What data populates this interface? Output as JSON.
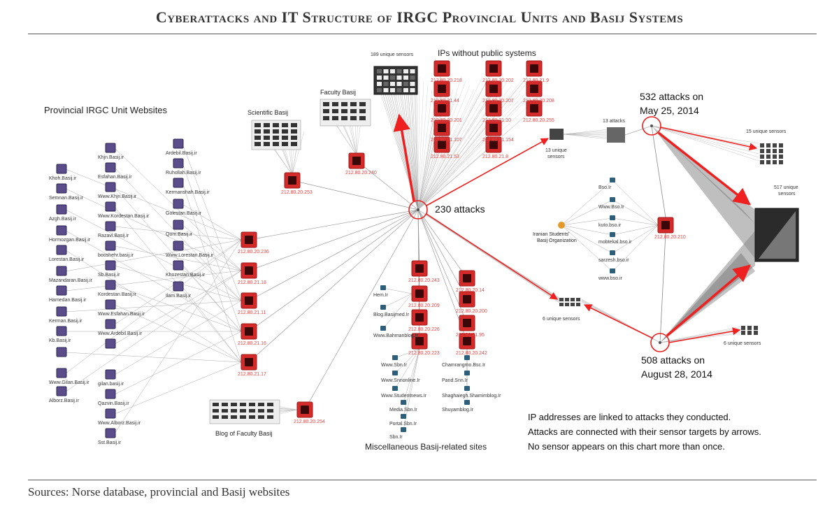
{
  "title": "Cyberattacks and IT Structure of IRGC Provincial Units and Basij Systems",
  "source": "Sources: Norse database, provincial and Basij websites",
  "groups": {
    "provincial": "Provincial IRGC Unit Websites",
    "scientific": "Scientific Basij",
    "faculty": "Faculty Basij",
    "blog_faculty": "Blog of Faculty Basij",
    "misc": "Miscellaneous Basij-related sites",
    "no_public": "IPs without public systems",
    "iranian_students": "Iranian Students' Basij Organization"
  },
  "callouts": {
    "hub": "230 attacks",
    "may_line1": "532 attacks on",
    "may_line2": "May 25, 2014",
    "aug_line1": "508 attacks on",
    "aug_line2": "August 28, 2014"
  },
  "sensors": {
    "s189": "189 unique sensors",
    "s13_line1": "13 unique",
    "s13_line2": "sensors",
    "a13": "13 attacks",
    "s15": "15 unique sensors",
    "s517_line1": "517 unique",
    "s517_line2": "sensors",
    "s6a": "6 unique sensors",
    "s6b": "6 unique sensors"
  },
  "legend": [
    "IP addresses are linked to attacks they conducted.",
    "Attacks are connected with their sensor targets by arrows.",
    "No sensor appears on this chart more than once."
  ],
  "provincial_sites": [
    "Khoh.Basij.ir",
    "Semnan.Basij.ir",
    "Azgh.Basij.ir",
    "Hormozgan.Basij.ir",
    "Lorestan.Basij.ir",
    "Mazandaran.Basij.ir",
    "Hamedan.Basij.ir",
    "Kerman.Basij.ir",
    "Kb.Basij.ir",
    "Www.Gilan.Basij.ir",
    "Alborz.Basij.ir",
    "Khjn.Basij.ir",
    "Esfahan.Basij.ir",
    "Www.Khjn.Basij.ir",
    "Www.Kordestan.Basij.ir",
    "Razavi.Basij.ir",
    "booshehr.basij.ir",
    "Sb.Basij.ir",
    "Kordestan.Basij.ir",
    "Www.Esfahan.Basij.ir",
    "Www.Ardebil.Basij.ir",
    "gilan.basij.ir",
    "Qazvin.Basij.ir",
    "Www.Alborz.Basij.ir",
    "Sst.Basij.ir",
    "Ardebil.Basij.ir",
    "Ruhollah.Basij.ir",
    "Kermanshah.Basij.ir",
    "Golestan.Basij.ir",
    "Qom.Basij.ir",
    "Www.Lorestan.Basij.ir",
    "Khozestan.Basij.ir",
    "Ilam.Basij.ir"
  ],
  "provincial_ips": [
    "212.80.20.236",
    "212.80.21.18",
    "212.80.21.11",
    "212.80.21.16",
    "212.80.21.17"
  ],
  "scientific_ip": "212.80.20.253",
  "faculty_ip": "212.80.20.240",
  "blog_ip": "212.80.20.254",
  "no_public_ips": [
    "212.80.20.218",
    "212.80.20.202",
    "212.80.21.9",
    "212.80.21.44",
    "212.80.20.207",
    "212.80.20.208",
    "212.80.20.201",
    "212.80.21.10",
    "212.80.20.255",
    "212.80.21.107",
    "212.80.21.154",
    "",
    "212.80.21.53",
    "212.80.21.8",
    ""
  ],
  "misc_ips_left": [
    "212.80.20.243",
    "212.80.20.209",
    "212.80.20.226",
    "212.80.20.223"
  ],
  "misc_ips_right": [
    "212.80.20.14",
    "212.80.20.200",
    "212.80.21.95",
    "212.80.20.242"
  ],
  "misc_sites_a": [
    "Hem.Ir",
    "Blog.Basijmed.Ir",
    "Www.Bahmanblog.Ir"
  ],
  "misc_sites_b": [
    "Www.Sbn.Ir",
    "Www.Snnonline.Ir",
    "Www.Studentnews.Ir",
    "Media.Sbn.Ir",
    "Portal.Sbn.Ir",
    "Sbn.Ir"
  ],
  "misc_sites_c": [
    "Chamrangmo.Bsc.Ir",
    "Pand.Snn.Ir",
    "Shaghaiegh.Shamimblog.Ir",
    "Shuyamblog.Ir"
  ],
  "bso_sites": [
    "Bso.Ir",
    "Www.Bso.Ir",
    "kuto.bso.ir",
    "mobtekal.bso.ir",
    "sarzesh.bso.ir",
    "www.bso.ir"
  ],
  "bso_ip": "212.80.20.210"
}
